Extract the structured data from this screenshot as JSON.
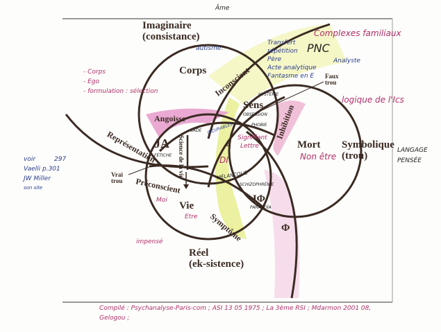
{
  "header": {
    "top_note": "Âme"
  },
  "rings": {
    "imaginaire": {
      "title": "Imaginaire",
      "subtitle": "(consistance)",
      "center": "Corps",
      "note": "autisme."
    },
    "symbolique": {
      "title": "Symbolique",
      "subtitle": "(trou)",
      "center": "Mort",
      "note": "Non être"
    },
    "reel": {
      "title": "Réel",
      "subtitle": "(ek-sistence)",
      "center": "Vie",
      "note": "Etre"
    }
  },
  "zones": {
    "angoisse": "Angoisse",
    "inconscient": "Inconscient",
    "sens": "Sens",
    "inhibition": "Inhibition",
    "representation": "Représentation",
    "preconscient": "Préconscient",
    "symptome": "Symptôme",
    "ja": "JA",
    "a": "a",
    "jphi": "JΦ",
    "phi": "Φ",
    "science": "Science de la vie",
    "faux_trou": "Faux trou",
    "vrai_trou": "Vrai trou"
  },
  "handwritten": {
    "complexes": "Complexes familiaux",
    "transfert": "Transfert",
    "repetition": "répétition",
    "pnc": "PNC",
    "pere": "Père",
    "acte": "Acte analytique",
    "fantasme": "Fantasme en E",
    "analyste": "Analyste",
    "logique": "logique de l'Ics",
    "langage": "LANGAGE",
    "pensee": "PENSÉE",
    "corps_list": [
      "- Corps",
      "- Ego",
      "- formulation : sélection"
    ],
    "voir": [
      "voir",
      "297",
      "Vaelli p.301",
      "JW Miller",
      "son site"
    ],
    "hysterie": "HYSTÉRIE",
    "obsession": "OBSESSION",
    "phobie": "PHOBIE",
    "sade": "SADE",
    "fetiche": "FÉTICHE",
    "incurables": "INCURABLES",
    "signifiant": "Signifiant",
    "lettre": "Lettre",
    "di": "DI",
    "melancolie": "MÉLANCOLIE",
    "schizophrenie": "SCHIZOPHRÉNIE",
    "paranoia": "PARANOÏA",
    "moi": "Moi",
    "impense": "impensé",
    "footer": "Compilé : Psychanalyse-Paris-com ; ASI 13 05 1975 ; La 3ème RSI ; Mdarmon 2001 08,",
    "footer2": "Gelogou ;"
  },
  "colors": {
    "ink": "#3a2a22",
    "pink": "#e7a7cf",
    "yellow": "#eaf08a",
    "hand_pink": "#b0306a",
    "hand_blue": "#2a3c8c"
  }
}
